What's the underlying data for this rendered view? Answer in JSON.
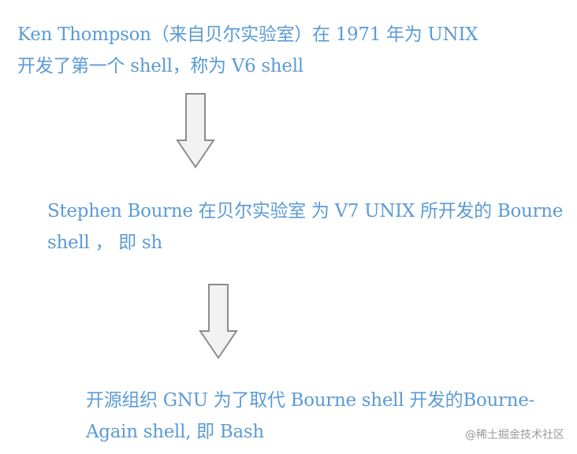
{
  "steps": [
    {
      "line1": "Ken Thompson（来自贝尔实验室）在 1971 年为 UNIX",
      "line2": "开发了第一个 shell，称为 V6 shell"
    },
    {
      "line1": "Stephen Bourne 在贝尔实验室 为 V7 UNIX 所开发的 Bourne",
      "line2": "shell ，  即 sh"
    },
    {
      "line1": "开源组织 GNU 为了取代 Bourne shell 开发的Bourne-",
      "line2": "Again shell, 即 Bash"
    }
  ],
  "watermark": "@稀土掘金技术社区",
  "colors": {
    "text": "#5b9bd5",
    "arrow_fill": "#f2f2f2",
    "arrow_stroke": "#8c8c8c",
    "watermark": "#9a9a9a"
  }
}
